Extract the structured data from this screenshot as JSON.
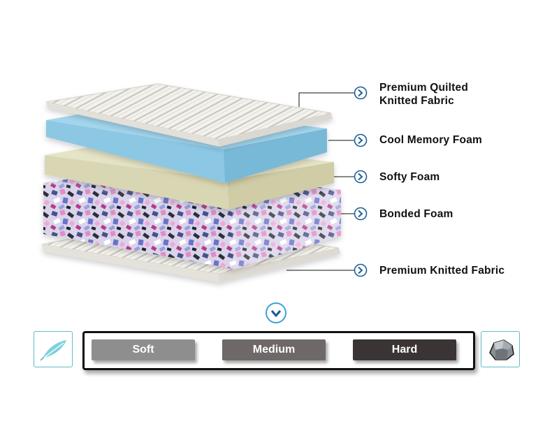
{
  "layers": [
    {
      "id": "premium-quilted-knitted-fabric",
      "label_lines": [
        "Premium Quilted",
        "Knitted Fabric"
      ]
    },
    {
      "id": "cool-memory-foam",
      "label_lines": [
        "Cool Memory Foam"
      ]
    },
    {
      "id": "softy-foam",
      "label_lines": [
        "Softy Foam"
      ]
    },
    {
      "id": "bonded-foam",
      "label_lines": [
        "Bonded Foam"
      ]
    },
    {
      "id": "premium-knitted-fabric",
      "label_lines": [
        "Premium Knitted Fabric"
      ]
    }
  ],
  "firmness_scale": {
    "options": [
      "Soft",
      "Medium",
      "Hard"
    ],
    "colors": {
      "soft": "#8e8e8e",
      "medium": "#6f6868",
      "hard": "#3a3434"
    }
  },
  "icons": {
    "expand": "chevron-down-circle-icon",
    "left_end": "feather-icon",
    "right_end": "rock-icon"
  },
  "colors": {
    "accent": "#1f5f96",
    "memory_foam": "#8fcbe6",
    "softy_foam": "#e3e1bf",
    "fabric": "#f2f1ec"
  }
}
